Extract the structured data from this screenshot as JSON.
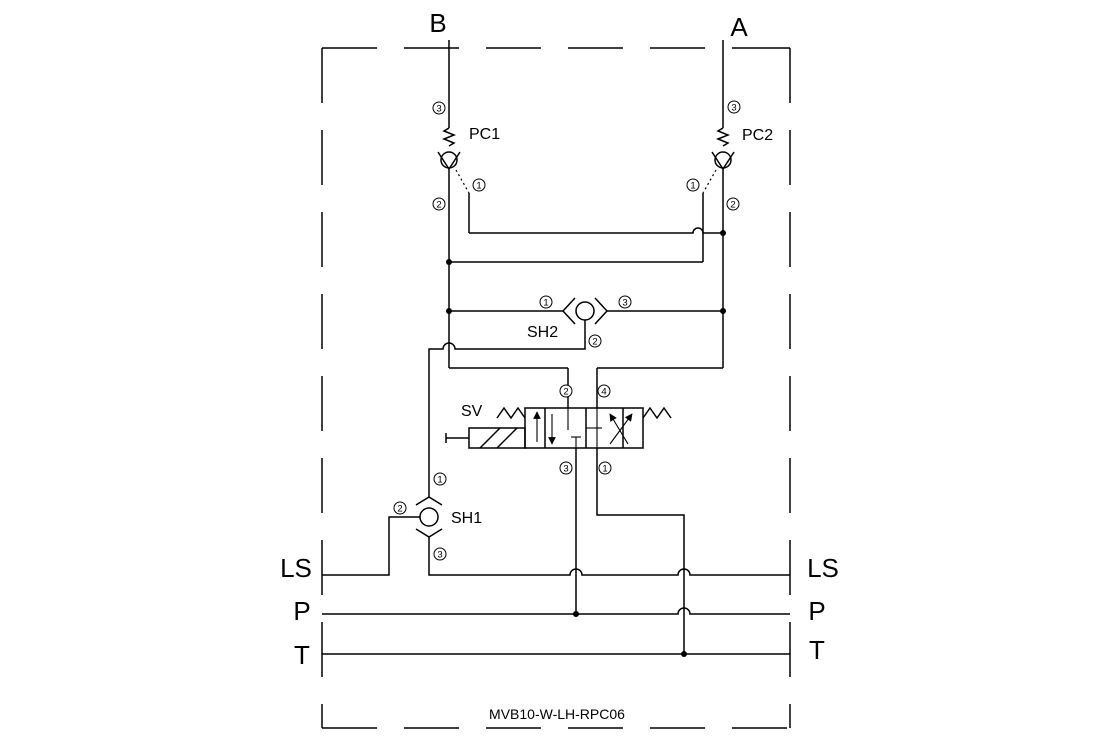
{
  "ports": {
    "b": "B",
    "a": "A",
    "ls_left": "LS",
    "ls_right": "LS",
    "p_left": "P",
    "p_right": "P",
    "t_left": "T",
    "t_right": "T"
  },
  "components": {
    "pc1": "PC1",
    "pc2": "PC2",
    "sh1": "SH1",
    "sh2": "SH2",
    "sv": "SV"
  },
  "port_numbers": {
    "pc1": [
      "3",
      "1",
      "2"
    ],
    "pc2": [
      "3",
      "1",
      "2"
    ],
    "sh2": [
      "1",
      "3",
      "2"
    ],
    "sv": [
      "2",
      "4",
      "3",
      "1"
    ],
    "sh1": [
      "1",
      "2",
      "3"
    ]
  },
  "model": "MVB10-W-LH-RPC06"
}
